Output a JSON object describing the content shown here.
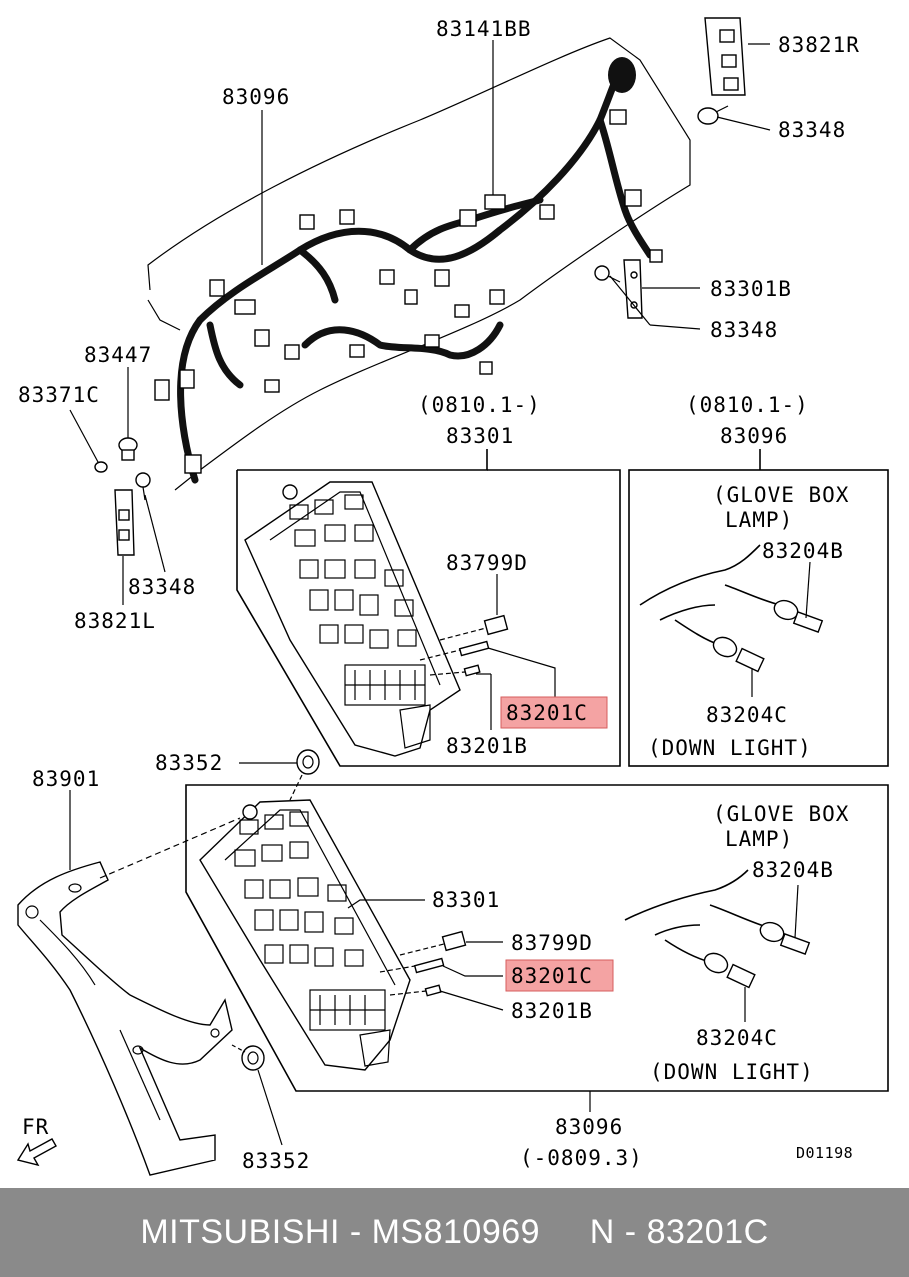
{
  "labels": {
    "p83141BB": "83141BB",
    "p83096_top": "83096",
    "p83821R": "83821R",
    "p83348_top": "83348",
    "p83301B": "83301B",
    "p83348_mid": "83348",
    "p83447": "83447",
    "p83371C": "83371C",
    "p83348_left": "83348",
    "p83821L": "83821L",
    "p83352_top": "83352",
    "p83901": "83901",
    "p83352_bottom": "83352",
    "fr": "FR",
    "code": "D01198"
  },
  "box_left": {
    "date": "(0810.1-)",
    "part": "83301",
    "p83799D": "83799D",
    "p83201C": "83201C",
    "p83201B": "83201B"
  },
  "box_right": {
    "date": "(0810.1-)",
    "part": "83096",
    "glove1": "(GLOVE BOX",
    "glove2": "LAMP)",
    "p83204B": "83204B",
    "p83204C": "83204C",
    "down": "(DOWN LIGHT)"
  },
  "box_bottom": {
    "p83301": "83301",
    "p83799D": "83799D",
    "p83201C": "83201C",
    "p83201B": "83201B",
    "glove1": "(GLOVE BOX",
    "glove2": "LAMP)",
    "p83204B": "83204B",
    "p83204C": "83204C",
    "down": "(DOWN LIGHT)",
    "part": "83096",
    "date": "(-0809.3)"
  },
  "highlight_color": "#f4a3a3",
  "footer": {
    "text": "MITSUBISHI - MS810969     N - 83201C"
  }
}
